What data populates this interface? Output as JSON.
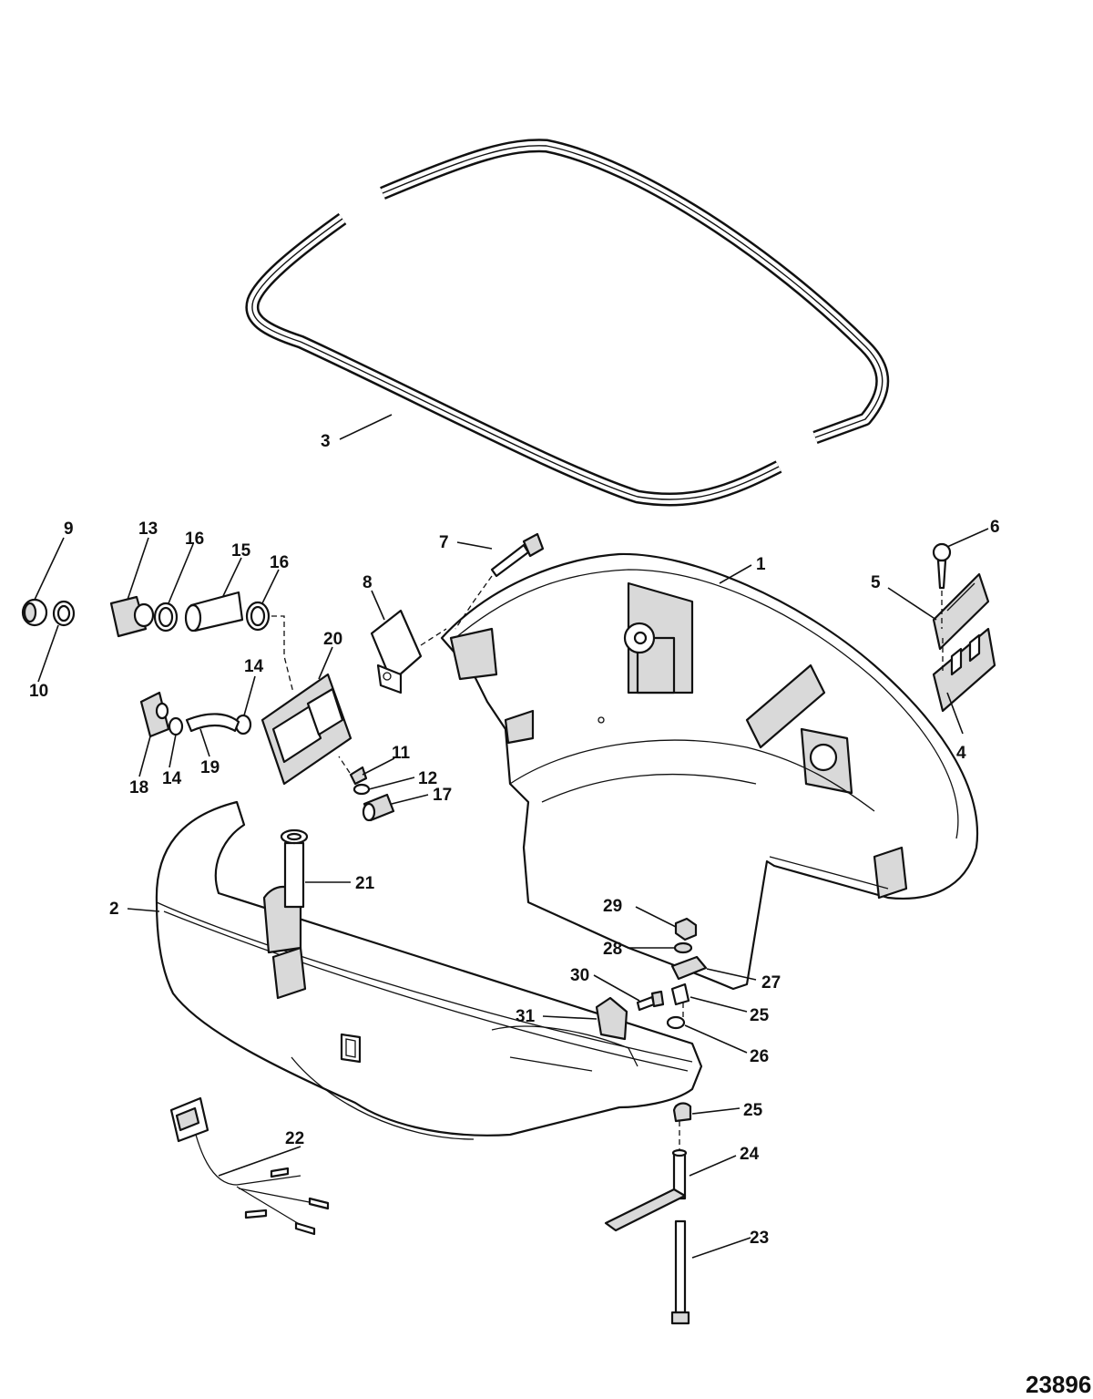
{
  "figure_number": "23896",
  "callouts": {
    "c1": "1",
    "c2": "2",
    "c3": "3",
    "c4": "4",
    "c5": "5",
    "c6": "6",
    "c7": "7",
    "c8": "8",
    "c9": "9",
    "c10": "10",
    "c11": "11",
    "c12": "12",
    "c13": "13",
    "c14a": "14",
    "c14b": "14",
    "c15": "15",
    "c16a": "16",
    "c16b": "16",
    "c17": "17",
    "c18": "18",
    "c19": "19",
    "c20": "20",
    "c21": "21",
    "c22": "22",
    "c23": "23",
    "c24": "24",
    "c25a": "25",
    "c25b": "25",
    "c26": "26",
    "c27": "27",
    "c28": "28",
    "c29": "29",
    "c30": "30",
    "c31": "31"
  }
}
